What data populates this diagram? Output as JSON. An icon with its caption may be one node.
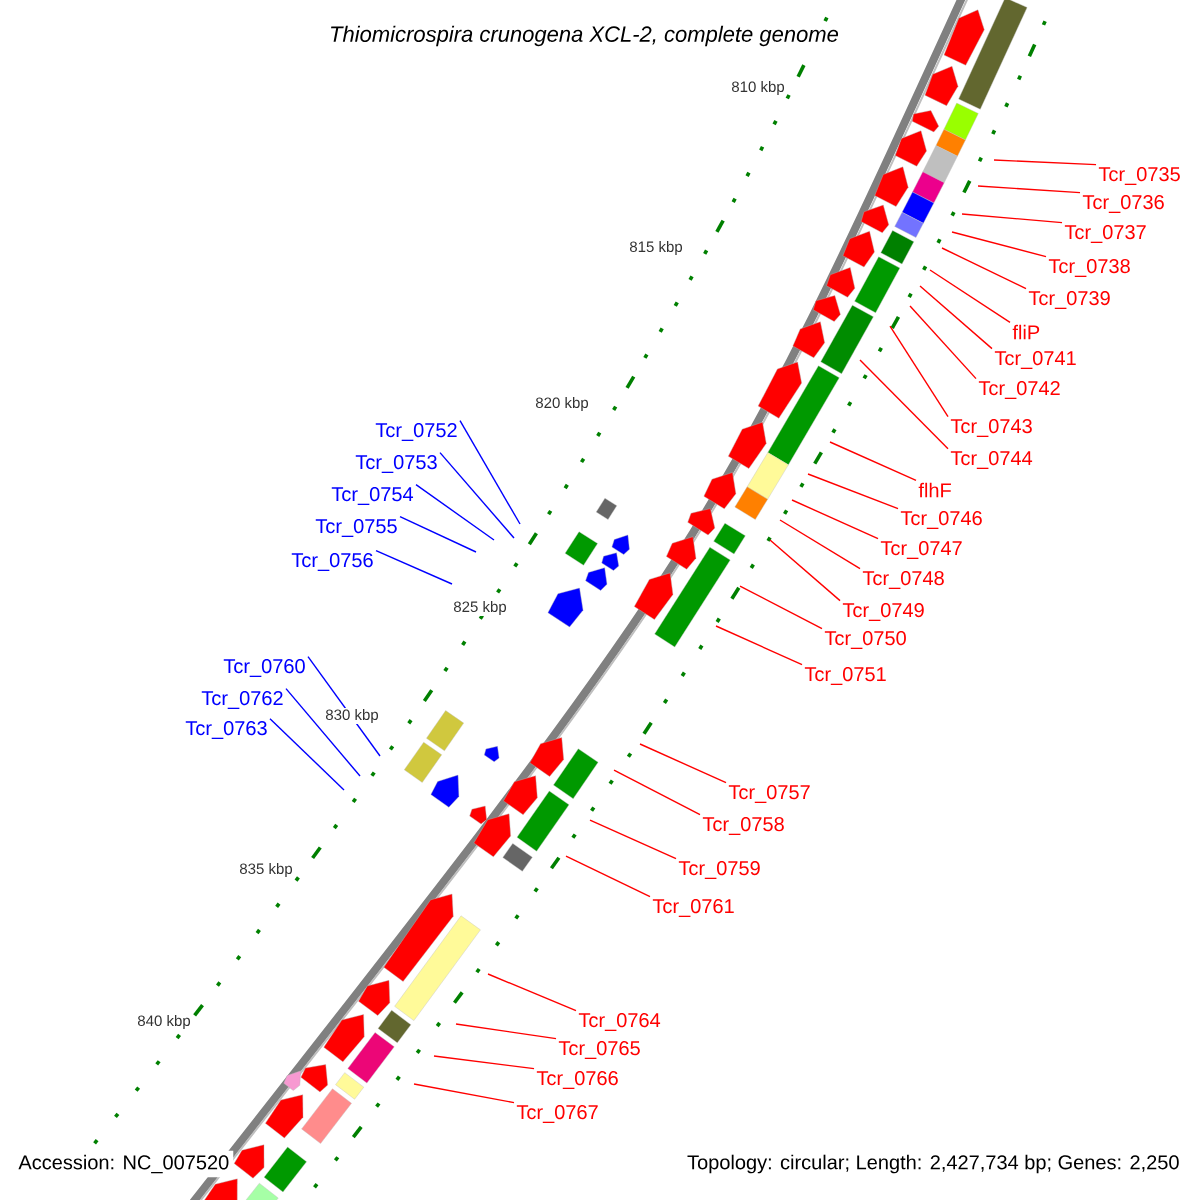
{
  "diagram": {
    "title": "Thiomicrospira crunogena XCL-2, complete genome",
    "nodes": [
      {
        "text": [
          "Tcr_0735"
        ]
      },
      {
        "text": [
          "Tcr_0736"
        ]
      },
      {
        "text": [
          "Tcr_0737"
        ]
      },
      {
        "text": [
          "Tcr_0738"
        ]
      },
      {
        "text": [
          "Tcr_0739"
        ]
      },
      {
        "text": [
          "fliP"
        ]
      },
      {
        "text": [
          "Tcr_0741"
        ]
      },
      {
        "text": [
          "Tcr_0742"
        ]
      },
      {
        "text": [
          "Tcr_0743"
        ]
      },
      {
        "text": [
          "Tcr_0744"
        ]
      },
      {
        "text": [
          "flhF"
        ]
      },
      {
        "text": [
          "Tcr_0746"
        ]
      },
      {
        "text": [
          "Tcr_0747"
        ]
      },
      {
        "text": [
          "Tcr_0748"
        ]
      },
      {
        "text": [
          "Tcr_0749"
        ]
      },
      {
        "text": [
          "Tcr_0750"
        ]
      },
      {
        "text": [
          "Tcr_0751"
        ]
      },
      {
        "text": [
          "Tcr_0757"
        ]
      },
      {
        "text": [
          "Tcr_0758"
        ]
      },
      {
        "text": [
          "Tcr_0759"
        ]
      },
      {
        "text": [
          "Tcr_0761"
        ]
      },
      {
        "text": [
          "Tcr_0764"
        ]
      },
      {
        "text": [
          "Tcr_0765"
        ]
      },
      {
        "text": [
          "Tcr_0766"
        ]
      },
      {
        "text": [
          "Tcr_0767"
        ]
      },
      {
        "text": [
          "Tcr_0752"
        ]
      },
      {
        "text": [
          "Tcr_0753"
        ]
      },
      {
        "text": [
          "Tcr_0754"
        ]
      },
      {
        "text": [
          "Tcr_0755"
        ]
      },
      {
        "text": [
          "Tcr_0756"
        ]
      },
      {
        "text": [
          "Tcr_0760"
        ]
      },
      {
        "text": [
          "Tcr_0762"
        ]
      },
      {
        "text": [
          "Tcr_0763"
        ]
      }
    ],
    "edges": [
      {
        "from": 0,
        "to": null,
        "arrow": "none"
      },
      {
        "from": 1,
        "to": null,
        "arrow": "none"
      },
      {
        "from": 2,
        "to": null,
        "arrow": "none"
      },
      {
        "from": 3,
        "to": null,
        "arrow": "none"
      },
      {
        "from": 4,
        "to": null,
        "arrow": "none"
      },
      {
        "from": 5,
        "to": null,
        "arrow": "none"
      },
      {
        "from": 6,
        "to": null,
        "arrow": "none"
      },
      {
        "from": 7,
        "to": null,
        "arrow": "none"
      },
      {
        "from": 8,
        "to": null,
        "arrow": "none"
      },
      {
        "from": 9,
        "to": null,
        "arrow": "none"
      },
      {
        "from": 10,
        "to": null,
        "arrow": "none"
      },
      {
        "from": 11,
        "to": null,
        "arrow": "none"
      },
      {
        "from": 12,
        "to": null,
        "arrow": "none"
      },
      {
        "from": 13,
        "to": null,
        "arrow": "none"
      },
      {
        "from": 14,
        "to": null,
        "arrow": "none"
      },
      {
        "from": 15,
        "to": null,
        "arrow": "none"
      },
      {
        "from": 16,
        "to": null,
        "arrow": "none"
      },
      {
        "from": 17,
        "to": null,
        "arrow": "none"
      },
      {
        "from": 18,
        "to": null,
        "arrow": "none"
      },
      {
        "from": 19,
        "to": null,
        "arrow": "none"
      },
      {
        "from": 20,
        "to": null,
        "arrow": "none"
      },
      {
        "from": 21,
        "to": null,
        "arrow": "none"
      },
      {
        "from": 22,
        "to": null,
        "arrow": "none"
      },
      {
        "from": 23,
        "to": null,
        "arrow": "none"
      },
      {
        "from": 24,
        "to": null,
        "arrow": "none"
      },
      {
        "from": 25,
        "to": null,
        "arrow": "none",
        "color": "#0000ff"
      },
      {
        "from": 26,
        "to": null,
        "arrow": "none",
        "color": "#0000ff"
      },
      {
        "from": 27,
        "to": null,
        "arrow": "none",
        "color": "#0000ff"
      },
      {
        "from": 28,
        "to": null,
        "arrow": "none",
        "color": "#0000ff"
      },
      {
        "from": 29,
        "to": null,
        "arrow": "none",
        "color": "#0000ff"
      },
      {
        "from": 30,
        "to": null,
        "arrow": "none",
        "color": "#0000ff"
      },
      {
        "from": 31,
        "to": null,
        "arrow": "none",
        "color": "#0000ff"
      },
      {
        "from": 32,
        "to": null,
        "arrow": "none",
        "color": "#0000ff"
      }
    ],
    "labels": [
      "810 kbp",
      "815 kbp",
      "820 kbp",
      "825 kbp",
      "830 kbp",
      "835 kbp",
      "840 kbp",
      "Accession: NC_007520",
      "Topology: circular; Length: 2,427,734 bp; Genes: 2,250"
    ]
  }
}
